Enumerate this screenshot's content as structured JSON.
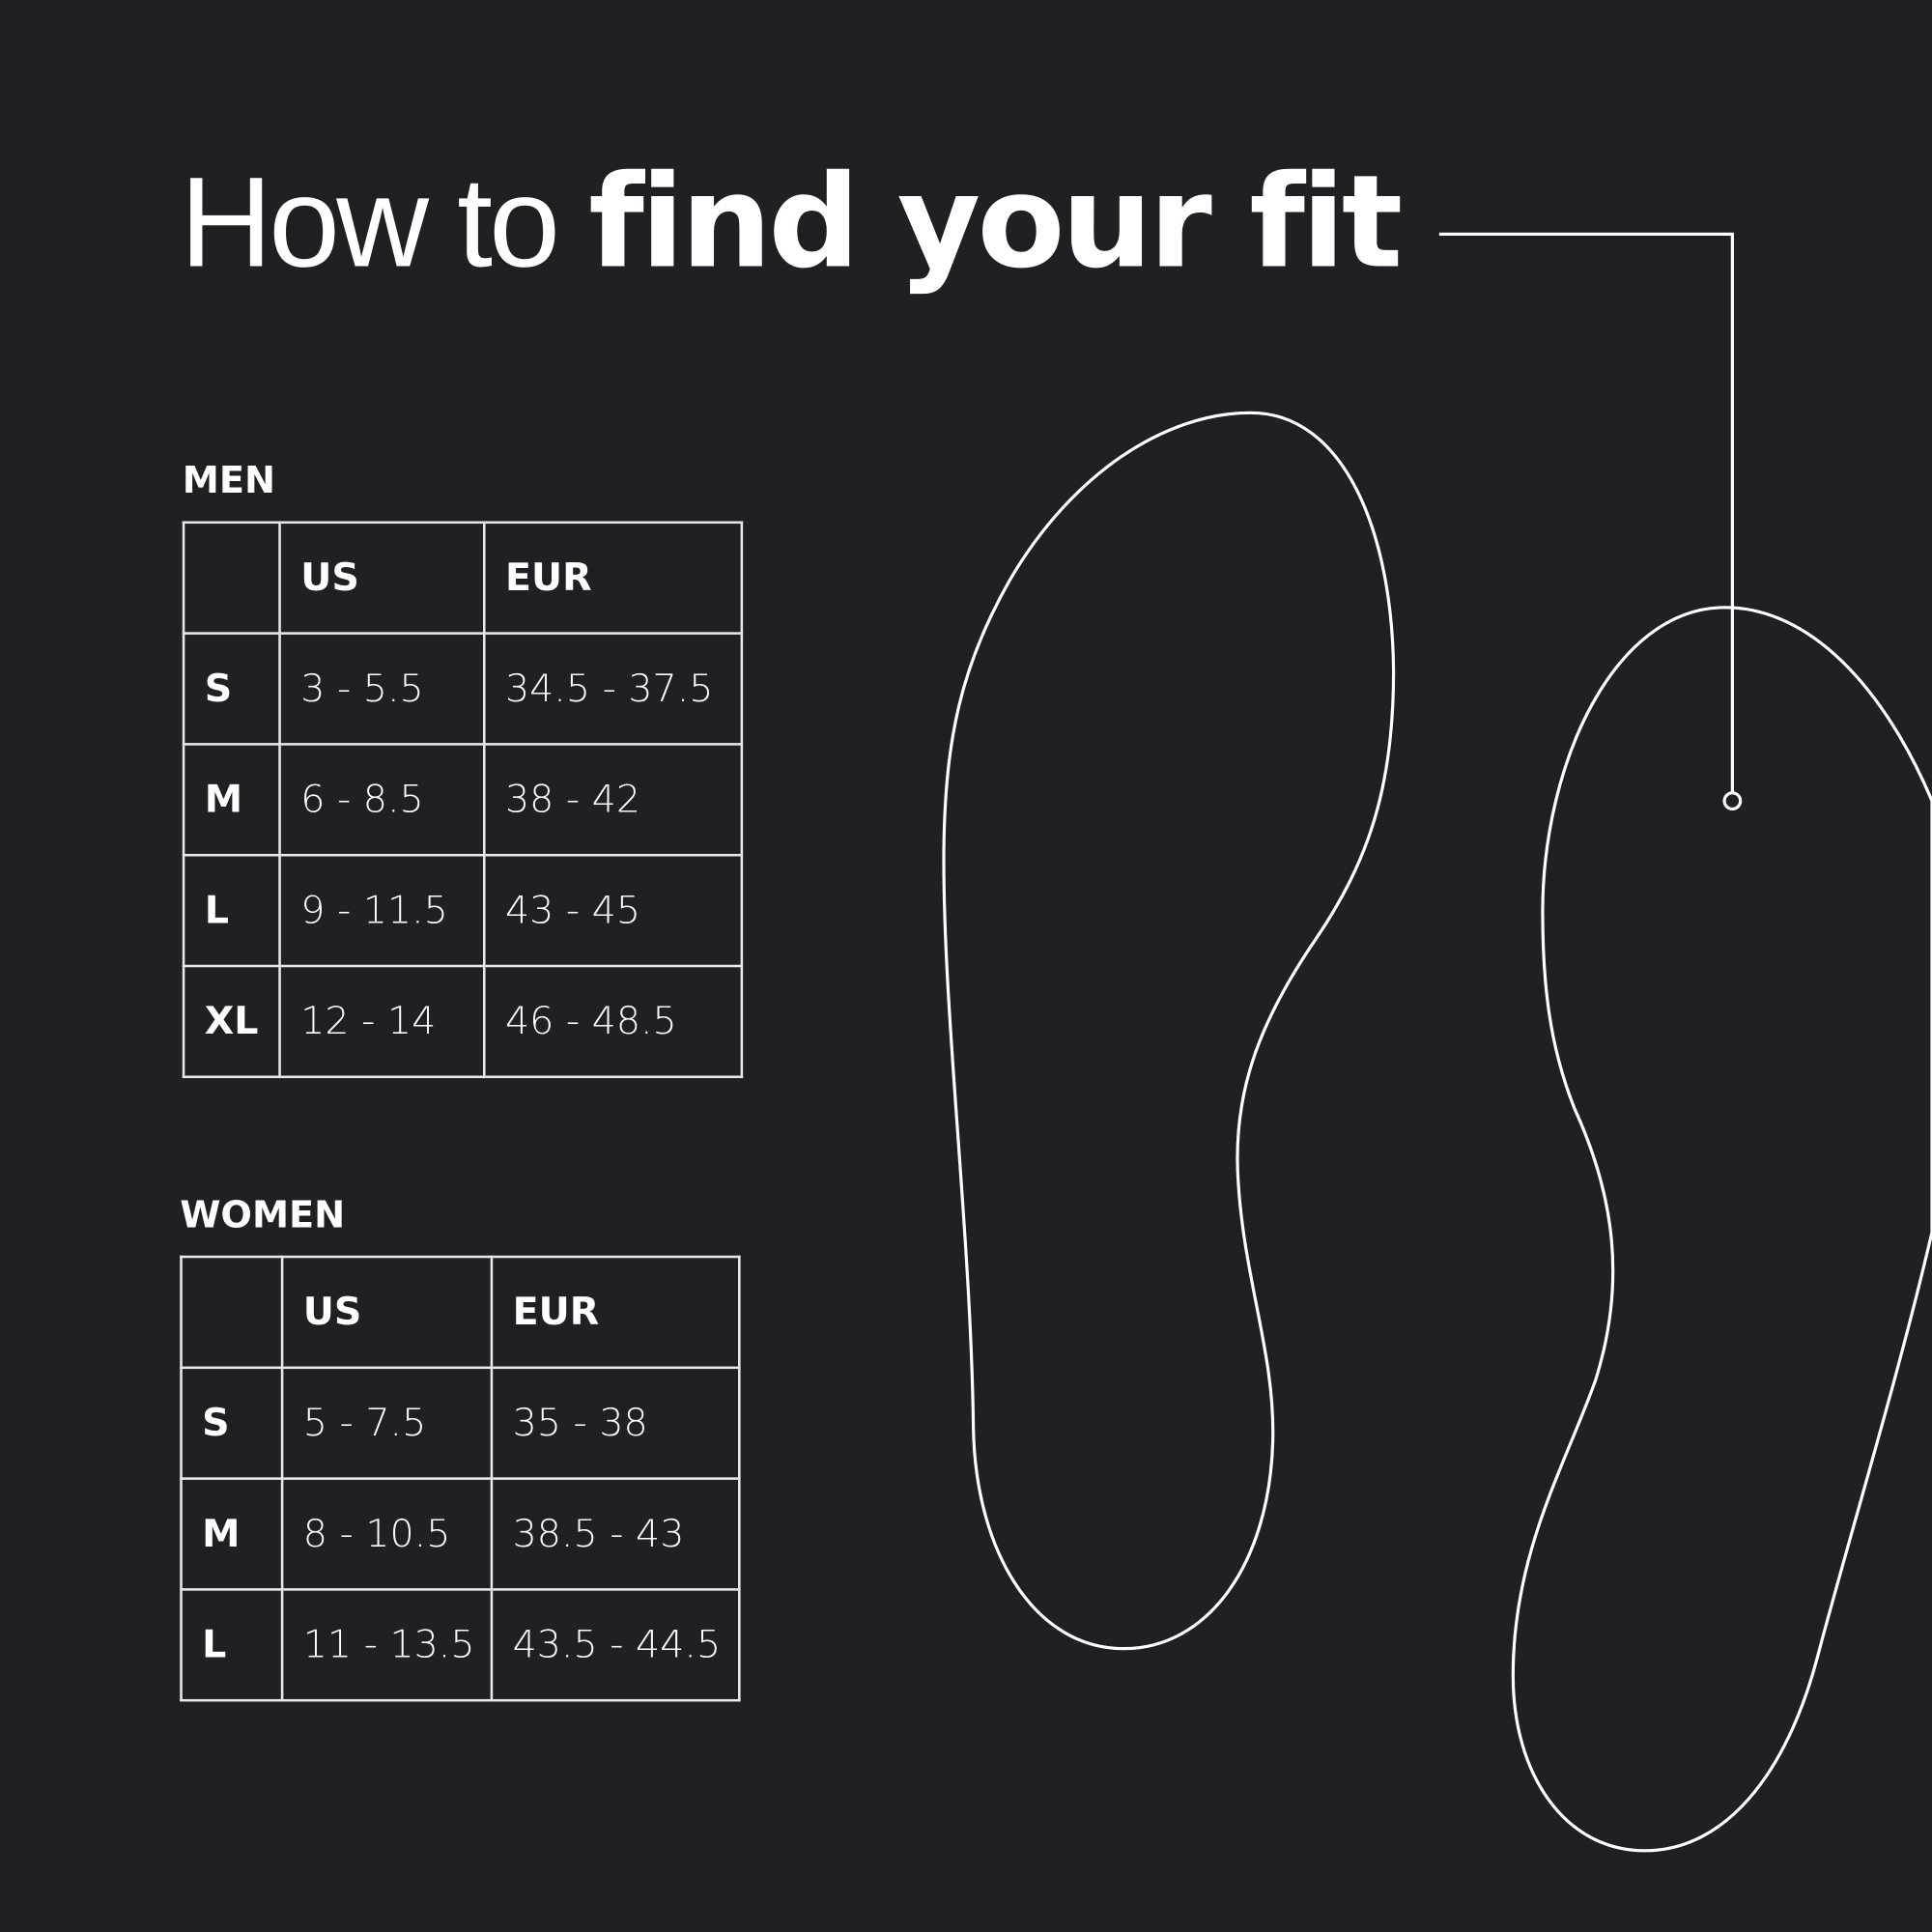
{
  "title": {
    "light": "How to ",
    "bold": "find your fit"
  },
  "men": {
    "label": "MEN",
    "headers": [
      "",
      "US",
      "EUR"
    ],
    "rows": [
      {
        "size": "S",
        "us": "3 - 5.5",
        "eur": "34.5 - 37.5"
      },
      {
        "size": "M",
        "us": "6 - 8.5",
        "eur": "38 - 42"
      },
      {
        "size": "L",
        "us": "9 - 11.5",
        "eur": "43 - 45"
      },
      {
        "size": "XL",
        "us": "12 - 14",
        "eur": "46 - 48.5"
      }
    ]
  },
  "women": {
    "label": "WOMEN",
    "headers": [
      "",
      "US",
      "EUR"
    ],
    "rows": [
      {
        "size": "S",
        "us": "5 - 7.5",
        "eur": "35 - 38"
      },
      {
        "size": "M",
        "us": "8 - 10.5",
        "eur": "38.5 - 43"
      },
      {
        "size": "L",
        "us": "11 - 13.5",
        "eur": "43.5 - 44.5"
      }
    ]
  },
  "colors": {
    "background": "#1f2024",
    "foreground": "#ffffff"
  }
}
